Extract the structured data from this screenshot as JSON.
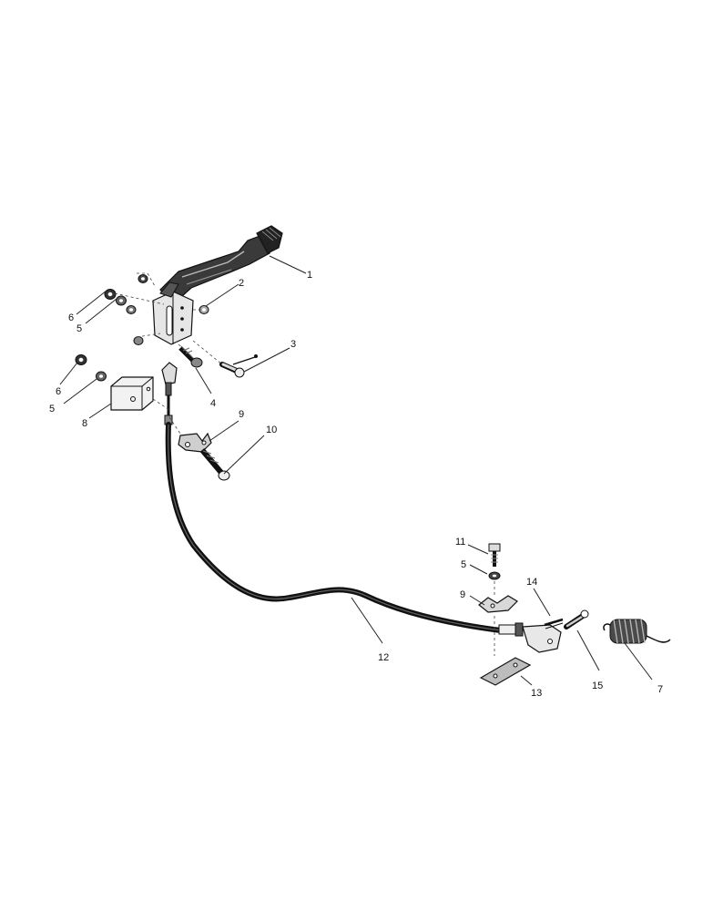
{
  "callouts": {
    "c1": "1",
    "c2": "2",
    "c3": "3",
    "c4": "4",
    "c5a": "5",
    "c5b": "5",
    "c5c": "5",
    "c6a": "6",
    "c6b": "6",
    "c7": "7",
    "c8": "8",
    "c9a": "9",
    "c9b": "9",
    "c10": "10",
    "c11": "11",
    "c12": "12",
    "c13": "13",
    "c14": "14",
    "c15": "15"
  }
}
